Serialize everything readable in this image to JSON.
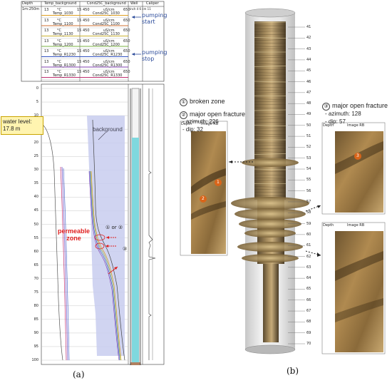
{
  "panel_a": {
    "header": {
      "col_depth": "Depth",
      "col_depth_unit": "1m:250m",
      "col_temp": "Temp_background",
      "col_cond": "Cond25C_background",
      "col_well": "Well",
      "col_caliper": "Caliper",
      "caliper_scale": "inch  4 6  cm  11",
      "unit_c": "°C",
      "unit_uscm": "uS/cm",
      "scale_13": "13",
      "scale_15": "15",
      "scale_450": "450",
      "scale_650": "650",
      "rows": [
        {
          "temp": "Temp_1030",
          "cond": "Cond25C_1030",
          "color": "#e0a020"
        },
        {
          "temp": "Temp_1100",
          "cond": "Cond25C_1100",
          "color": "#d07030"
        },
        {
          "temp": "Temp_1130",
          "cond": "Cond25C_1130",
          "color": "#c8b030"
        },
        {
          "temp": "Temp_1200",
          "cond": "Cond25C_1200",
          "color": "#7ab040"
        },
        {
          "temp": "Temp_R1230",
          "cond": "Cond25C_R1230",
          "color": "#3050c0"
        },
        {
          "temp": "Temp_R1300",
          "cond": "Cond25C_R1300",
          "color": "#8040b0"
        },
        {
          "temp": "Temp_R1330",
          "cond": "Cond25C_R1330",
          "color": "#c03070"
        }
      ],
      "pumping_start": "pumping\nstart",
      "pumping_stop": "pumping\nstop"
    },
    "depth_ticks": [
      "0",
      "5",
      "10",
      "15",
      "20",
      "25",
      "30",
      "35",
      "40",
      "45",
      "50",
      "55",
      "60",
      "65",
      "70",
      "75",
      "80",
      "85",
      "90",
      "95",
      "100"
    ],
    "water_level": "water level:\n17.8 m",
    "background_label": "background",
    "permeable_zone": "permeable\nzone",
    "marker_1_or_2": "① or ②",
    "marker_3": "③",
    "caption": "(a)"
  },
  "panel_b": {
    "depth_ticks": [
      "41",
      "42",
      "43",
      "44",
      "45",
      "46",
      "47",
      "48",
      "49",
      "50",
      "51",
      "52",
      "53",
      "54",
      "55",
      "56",
      "57",
      "58",
      "59",
      "60",
      "61",
      "62",
      "63",
      "64",
      "65",
      "66",
      "67",
      "68",
      "69",
      "70"
    ],
    "legend": {
      "item1_num": "①",
      "item1": "broken zone",
      "item2_num": "②",
      "item2": "major open fracture",
      "item2_az": "- azimuth: 226",
      "item2_dip": "- dip: 32",
      "item3_num": "③",
      "item3": "major open fracture",
      "item3_az": "- azimuth: 128",
      "item3_dip": "- dip: 57"
    },
    "inset_labels": {
      "depth": "Depth",
      "image": "Image RB",
      "m1": "1",
      "m2": "2",
      "m3": "3"
    },
    "caption": "(b)"
  },
  "colors": {
    "water_blue": "#7fd8de",
    "background_fill": "#c8ccee",
    "red_annotation": "#e02020",
    "pumping_blue": "#2a4a9a",
    "water_label_bg": "#fff4b0"
  }
}
